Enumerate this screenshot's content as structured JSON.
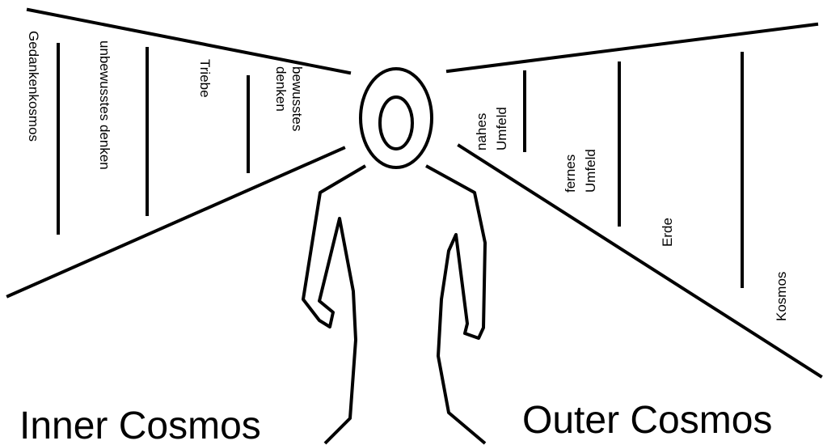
{
  "colors": {
    "ink": "#000000",
    "background": "#ffffff"
  },
  "inner": {
    "title": "Inner Cosmos",
    "layers": [
      {
        "lines": [
          "Gedankenkosmos"
        ]
      },
      {
        "lines": [
          "unbewusstes denken"
        ]
      },
      {
        "lines": [
          "Triebe"
        ]
      },
      {
        "lines": [
          "bewusstes",
          "denken"
        ]
      }
    ]
  },
  "outer": {
    "title": "Outer Cosmos",
    "layers": [
      {
        "lines": [
          "nahes",
          "Umfeld"
        ]
      },
      {
        "lines": [
          "fernes",
          "Umfeld"
        ]
      },
      {
        "lines": [
          "Erde"
        ]
      },
      {
        "lines": [
          "Kosmos"
        ]
      }
    ]
  }
}
